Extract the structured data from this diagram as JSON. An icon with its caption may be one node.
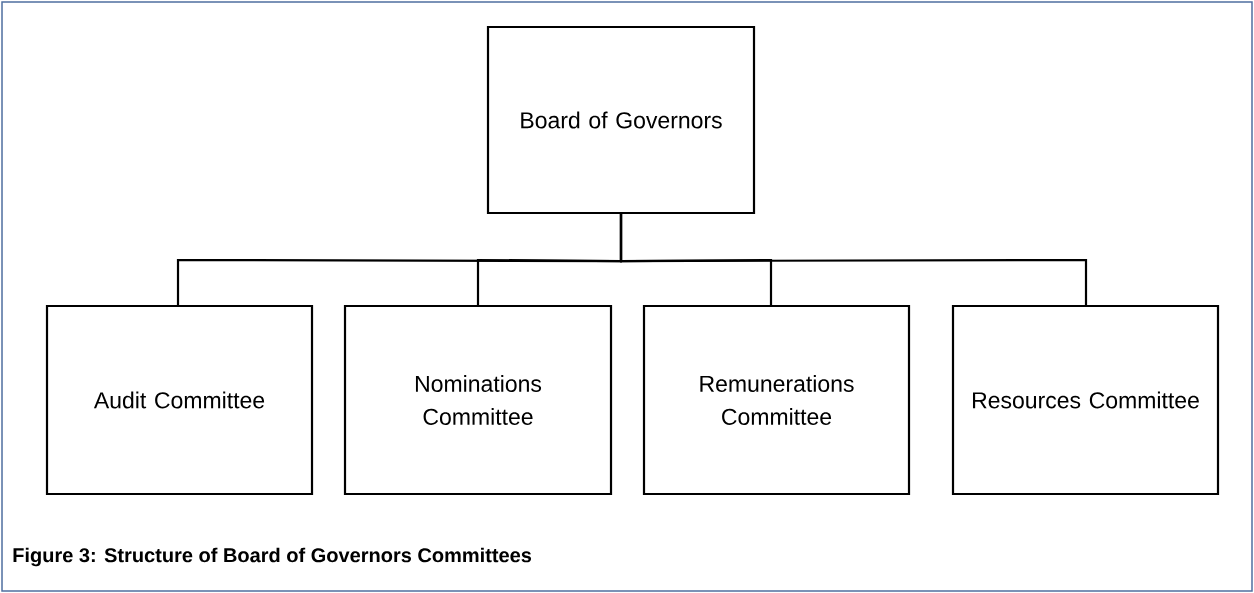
{
  "diagram": {
    "caption": "Figure 3: Structure of Board of Governors Committees",
    "nodes": [
      {
        "text": [
          "Board of Governors"
        ]
      },
      {
        "text": [
          "Audit Committee"
        ]
      },
      {
        "text": [
          "Nominations Committee"
        ]
      },
      {
        "text": [
          "Remunerations Committee"
        ]
      },
      {
        "text": [
          "Resources Committee"
        ]
      }
    ],
    "edges": [
      {
        "from": 0,
        "to": 1,
        "arrow": "none"
      },
      {
        "from": 0,
        "to": 2,
        "arrow": "none"
      },
      {
        "from": 0,
        "to": 3,
        "arrow": "none"
      },
      {
        "from": 0,
        "to": 4,
        "arrow": "none"
      }
    ]
  }
}
